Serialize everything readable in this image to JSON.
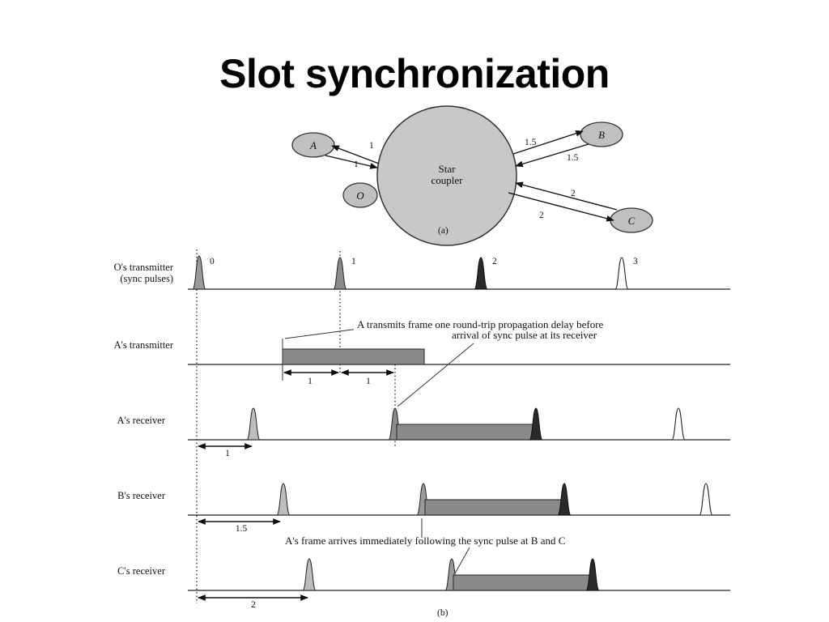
{
  "title": "Slot synchronization",
  "part_a": {
    "caption": "(a)",
    "hub_label_line1": "Star",
    "hub_label_line2": "coupler",
    "nodes": {
      "a": "A",
      "b": "B",
      "c": "C",
      "o": "O"
    },
    "link_a_out": "1",
    "link_a_in": "1",
    "link_b_out": "1.5",
    "link_b_in": "1.5",
    "link_c_out": "2",
    "link_c_in": "2"
  },
  "part_b": {
    "caption": "(b)",
    "rows": {
      "o_tx_line1": "O's transmitter",
      "o_tx_line2": "(sync pulses)",
      "a_tx": "A's transmitter",
      "a_rx": "A's receiver",
      "b_rx": "B's receiver",
      "c_rx": "C's receiver"
    },
    "pulse_labels": [
      "0",
      "1",
      "2",
      "3"
    ],
    "annotation_top_line1": "A transmits frame one round-trip propagation delay before",
    "annotation_top_line2": "arrival of sync pulse at its receiver",
    "annotation_bottom": "A's frame arrives immediately following the sync pulse at B and C",
    "delay_labels": {
      "tx_seg1": "1",
      "tx_seg2": "1",
      "a_rx": "1",
      "b_rx": "1.5",
      "c_rx": "2"
    }
  }
}
